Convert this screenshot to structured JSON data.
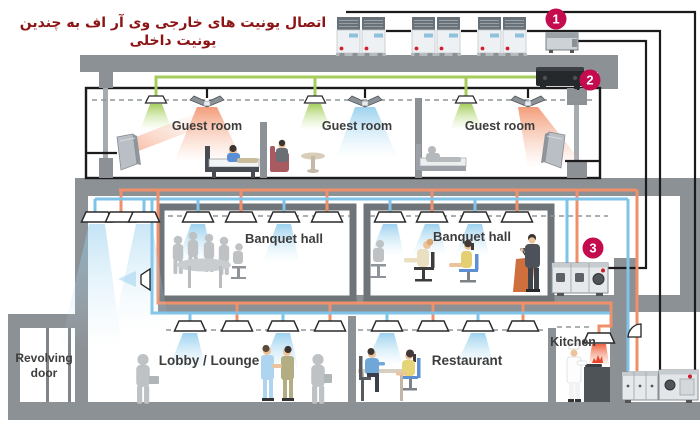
{
  "title": "اتصال یونیت های خارجی وی آر اف به چندین یونیت داخلی",
  "labels": {
    "guest_room_1": "Guest room",
    "guest_room_2": "Guest room",
    "guest_room_3": "Guest room",
    "banquet_hall_1": "Banquet hall",
    "banquet_hall_2": "Banquet hall",
    "lobby": "Lobby / Lounge",
    "restaurant": "Restaurant",
    "kitchen": "Kitchen",
    "revolving_door_line1": "Revolving",
    "revolving_door_line2": "door"
  },
  "markers": [
    {
      "label": "1"
    },
    {
      "label": "2"
    },
    {
      "label": "3"
    }
  ],
  "colors": {
    "pipe_orange": "#f0906a",
    "pipe_blue": "#7fc3e8",
    "pipe_green": "#a5cc5d",
    "pipe_black": "#1b1b1b",
    "marker_badge": "#c30b4e",
    "structure_gray": "#8c9196",
    "title_text": "#8c1414",
    "label_text": "#3d3d3d"
  }
}
